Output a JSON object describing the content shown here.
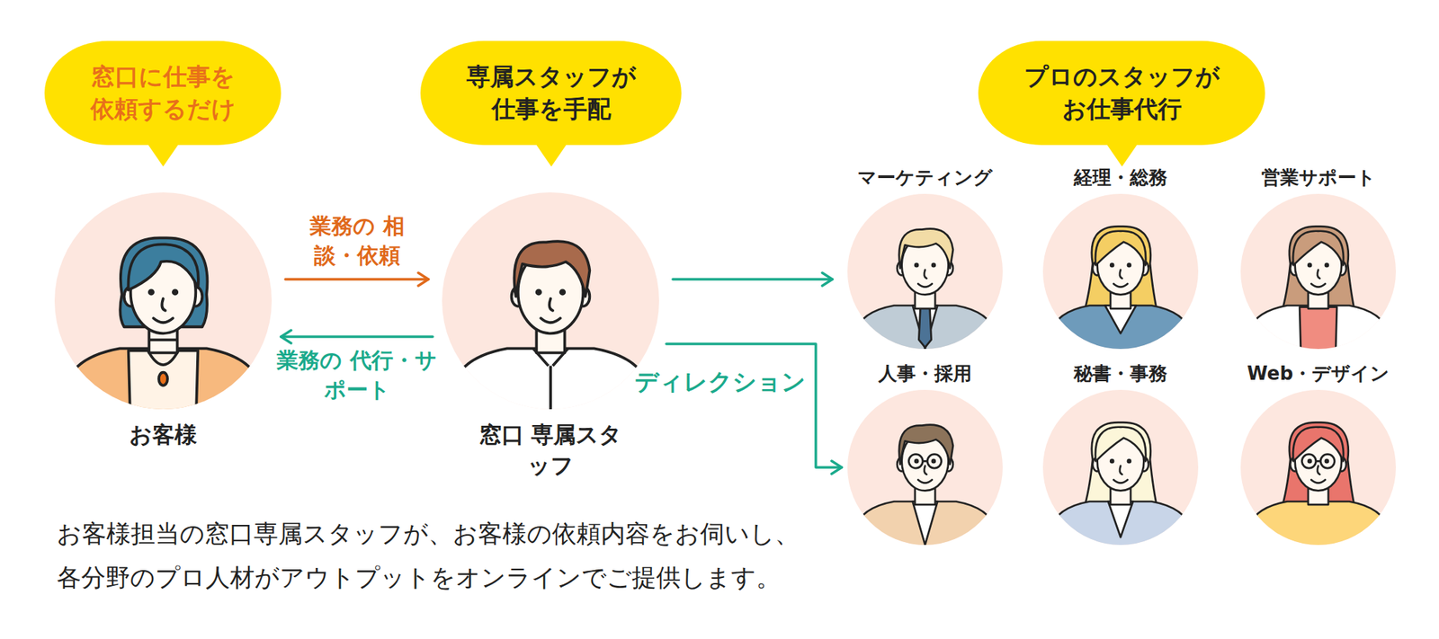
{
  "diagram": {
    "caption": "お客様担当の窓口専属スタッフが、お客様の依頼内容をお伺いし、 各分野のプロ人材がアウトプットをオンラインでご提供します。",
    "nodes": [
      {
        "text": [
          "窓口に仕事を 依頼するだけ"
        ]
      },
      {
        "text": [
          "専属スタッフが 仕事を手配"
        ]
      },
      {
        "text": [
          "プロのスタッフが お仕事代行"
        ]
      },
      {
        "text": [
          "お客様"
        ]
      },
      {
        "text": [
          "窓口 専属スタッフ"
        ]
      },
      {
        "text": [
          "マーケティング"
        ]
      },
      {
        "text": [
          "経理・総務"
        ]
      },
      {
        "text": [
          "営業サポート"
        ]
      },
      {
        "text": [
          "人事・採用"
        ]
      },
      {
        "text": [
          "秘書・事務"
        ]
      },
      {
        "text": [
          "Web・デザイン"
        ]
      }
    ],
    "edges": [
      {
        "from": 3,
        "to": 4,
        "label": "業務の 相談・依頼",
        "arrow": "to"
      },
      {
        "from": 4,
        "to": 3,
        "label": "業務の 代行・サポート",
        "arrow": "to"
      },
      {
        "from": 4,
        "to": 5,
        "arrow": "to"
      },
      {
        "from": 4,
        "to": 8,
        "label": "ディレクション",
        "arrow": "to"
      }
    ]
  }
}
